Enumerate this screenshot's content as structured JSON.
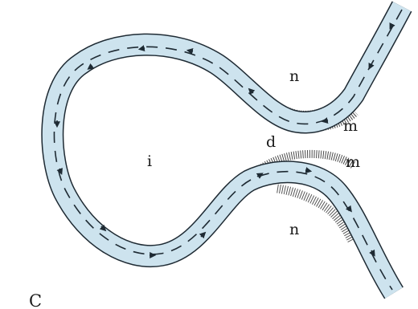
{
  "figure": {
    "panel_label": "C",
    "labels": {
      "n_top": "n",
      "m_top": "m",
      "d": "d",
      "i": "i",
      "m_bottom": "m",
      "n_bottom": "n"
    }
  },
  "colors": {
    "channel_fill": "#cde3ee",
    "channel_outline": "#1e2a33",
    "arrow": "#1e2a33",
    "bank_hatch": "#2a2a2a"
  }
}
